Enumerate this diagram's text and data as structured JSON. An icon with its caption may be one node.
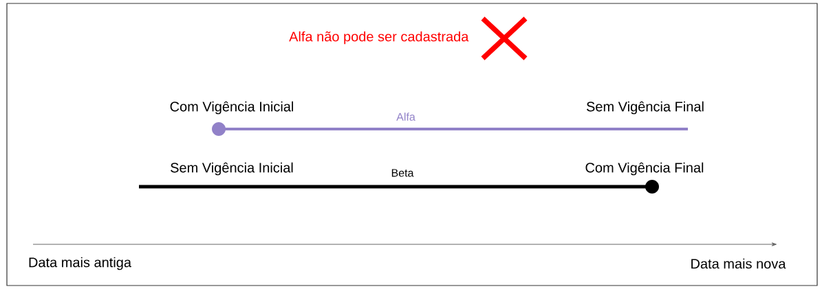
{
  "diagram": {
    "labels": [
      "Alfa não pode ser cadastrada",
      "Com Vigência Inicial",
      "Sem Vigência Final",
      "Alfa",
      "Sem Vigência Inicial",
      "Beta",
      "Com Vigência Final",
      "Data mais antiga",
      "Data mais nova"
    ]
  }
}
